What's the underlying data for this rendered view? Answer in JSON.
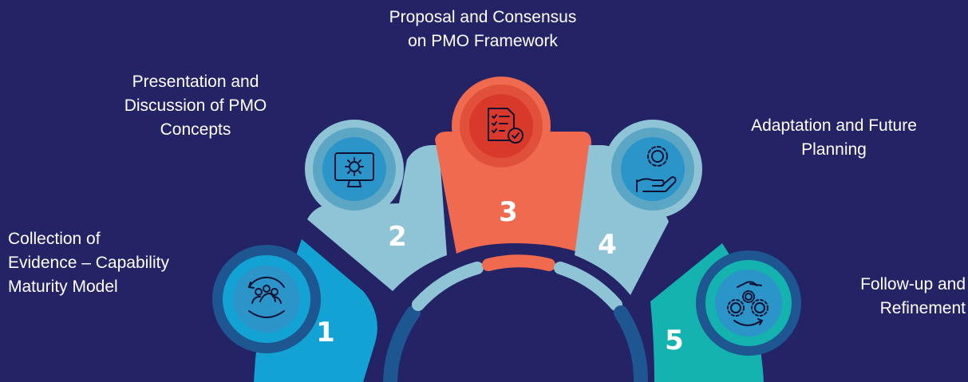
{
  "colors": {
    "background": "#232366",
    "step1": "#12a3d4",
    "step2": "#8ec4d6",
    "step3": "#ef6a4f",
    "step4": "#8ec4d6",
    "step5": "#14b3b0",
    "ring_outer": "#1d5690",
    "icon_fill_blue": "#2b94c8",
    "icon_fill_red": "#d8392a"
  },
  "steps": [
    {
      "number": "1",
      "label": "Collection of\nEvidence – Capability\nMaturity Model",
      "icon": "team-cycle-icon"
    },
    {
      "number": "2",
      "label": "Presentation and\nDiscussion of PMO\nConcepts",
      "icon": "monitor-gear-icon"
    },
    {
      "number": "3",
      "label": "Proposal and Consensus\non PMO Framework",
      "icon": "checklist-document-icon"
    },
    {
      "number": "4",
      "label": "Adaptation and Future\nPlanning",
      "icon": "hand-gear-icon"
    },
    {
      "number": "5",
      "label": "Follow-up and\nRefinement",
      "icon": "hand-gears-cycle-icon"
    }
  ]
}
